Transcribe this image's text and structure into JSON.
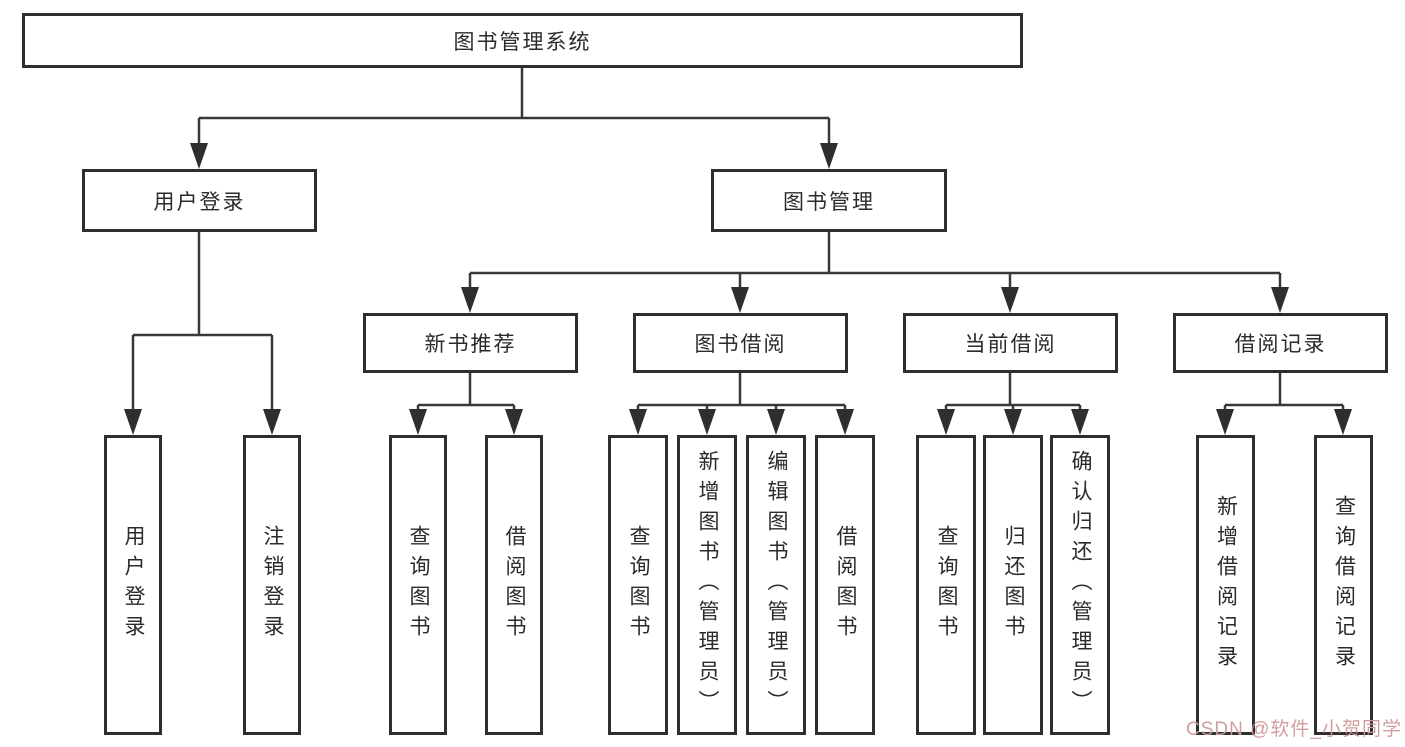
{
  "diagram": {
    "title": "图书管理系统",
    "root": {
      "label": "图书管理系统"
    },
    "level2": {
      "user_login": {
        "label": "用户登录"
      },
      "book_management": {
        "label": "图书管理"
      }
    },
    "level3": {
      "new_book_recommend": {
        "label": "新书推荐"
      },
      "book_borrow": {
        "label": "图书借阅"
      },
      "current_borrow": {
        "label": "当前借阅"
      },
      "borrow_records": {
        "label": "借阅记录"
      }
    },
    "leaves": {
      "user_login": [
        "用户登录",
        "注销登录"
      ],
      "new_book_recommend": [
        "查询图书",
        "借阅图书"
      ],
      "book_borrow": [
        "查询图书",
        "新增图书（管理员）",
        "编辑图书（管理员）",
        "借阅图书"
      ],
      "current_borrow": [
        "查询图书",
        "归还图书",
        "确认归还（管理员）"
      ],
      "borrow_records": [
        "新增借阅记录",
        "查询借阅记录"
      ]
    }
  },
  "watermark": {
    "text": "CSDN @软件_小贺同学"
  },
  "colors": {
    "line": "#383838",
    "box_border": "#2e2e2e",
    "text": "#2b2b2b",
    "watermark": "#cf9999",
    "background": "#ffffff"
  }
}
